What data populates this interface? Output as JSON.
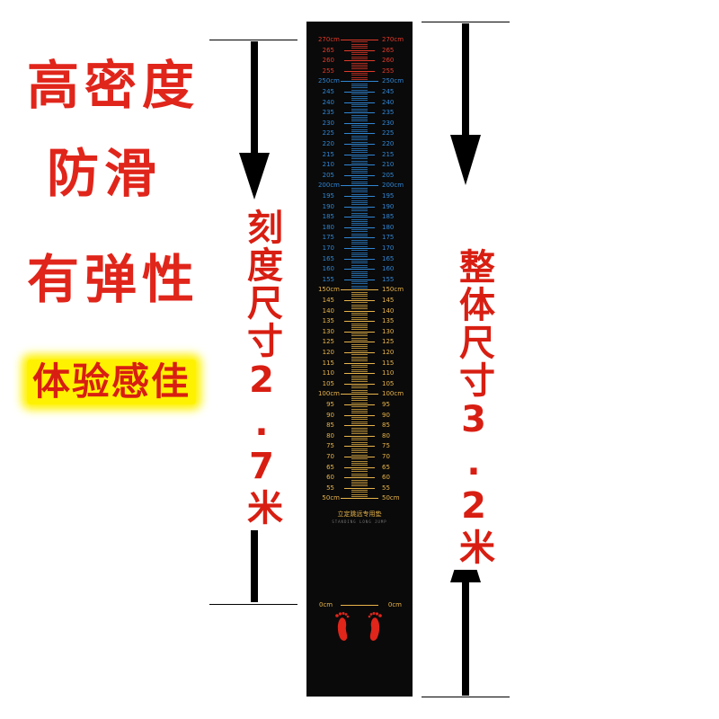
{
  "features": {
    "line1": "高密度",
    "line2": "防滑",
    "line3": "有弹性",
    "line4": "体验感佳"
  },
  "dimension_labels": {
    "scale_size": "刻度尺寸2.7米",
    "overall_size": "整体尺寸3.2米"
  },
  "mat": {
    "background": "#0a0a0a",
    "tick_labels": [
      "270cm",
      "265",
      "260",
      "255",
      "250cm",
      "245",
      "240",
      "235",
      "230",
      "225",
      "220",
      "215",
      "210",
      "205",
      "200cm",
      "195",
      "190",
      "185",
      "180",
      "175",
      "170",
      "165",
      "160",
      "155",
      "150cm",
      "145",
      "140",
      "135",
      "130",
      "125",
      "120",
      "115",
      "110",
      "105",
      "100cm",
      "95",
      "90",
      "85",
      "80",
      "75",
      "70",
      "65",
      "60",
      "55",
      "50cm"
    ],
    "zero_label": "0cm",
    "caption": "立定跳远专用垫",
    "caption_sub": "STANDING LONG JUMP",
    "colors": {
      "red_zone": "#e03a2a",
      "blue_zone": "#2f86d4",
      "gold_zone": "#e8b44a",
      "footprint": "#e0251b"
    }
  },
  "icons": {
    "footprints": "footprints-icon",
    "arrow_down": "arrow-down-icon",
    "arrow_up": "arrow-up-icon"
  }
}
